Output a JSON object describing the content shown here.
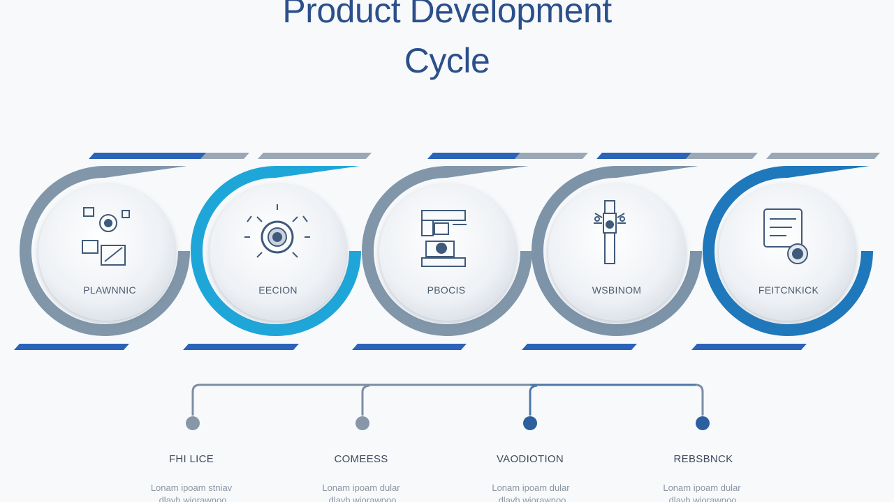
{
  "title": {
    "line1": "Product Development",
    "line2": "Cycle"
  },
  "colors": {
    "title": "#2b4f8a",
    "ring_gray": "#7f93a6",
    "ring_cyan": "#1fa3d6",
    "ring_blue": "#1f6fb0",
    "bar_blue": "#2a63b8",
    "bar_gray": "#9aa8b6",
    "circle_fill": "#eceff3",
    "timeline": "#7d8ea3"
  },
  "stages": [
    {
      "label": "PLAWNNIC",
      "icon": "planning-gear-icon",
      "ring": "gray"
    },
    {
      "label": "EECION",
      "icon": "design-gear-icon",
      "ring": "cyan"
    },
    {
      "label": "PBOCIS",
      "icon": "process-machine-icon",
      "ring": "gray"
    },
    {
      "label": "WSBINOM",
      "icon": "tool-wrench-icon",
      "ring": "gray"
    },
    {
      "label": "FEITCNKICK",
      "icon": "feedback-document-icon",
      "ring": "blue"
    }
  ],
  "timeline": [
    {
      "label": "FHI LICE",
      "dot": "gray",
      "desc1": "Lonam ipoam stniav",
      "desc2": "dlavh wiorawnoo"
    },
    {
      "label": "COMEESS",
      "dot": "gray",
      "desc1": "Lonam ipoam dular",
      "desc2": "dlavh wiorawnoo"
    },
    {
      "label": "VAODIOTION",
      "dot": "blue",
      "desc1": "Lonam ipoam dular",
      "desc2": "dlavh wiorawnoo"
    },
    {
      "label": "REBSBNCK",
      "dot": "blue",
      "desc1": "Lonam ipoam dular",
      "desc2": "dlavh wiorawnoo"
    }
  ]
}
